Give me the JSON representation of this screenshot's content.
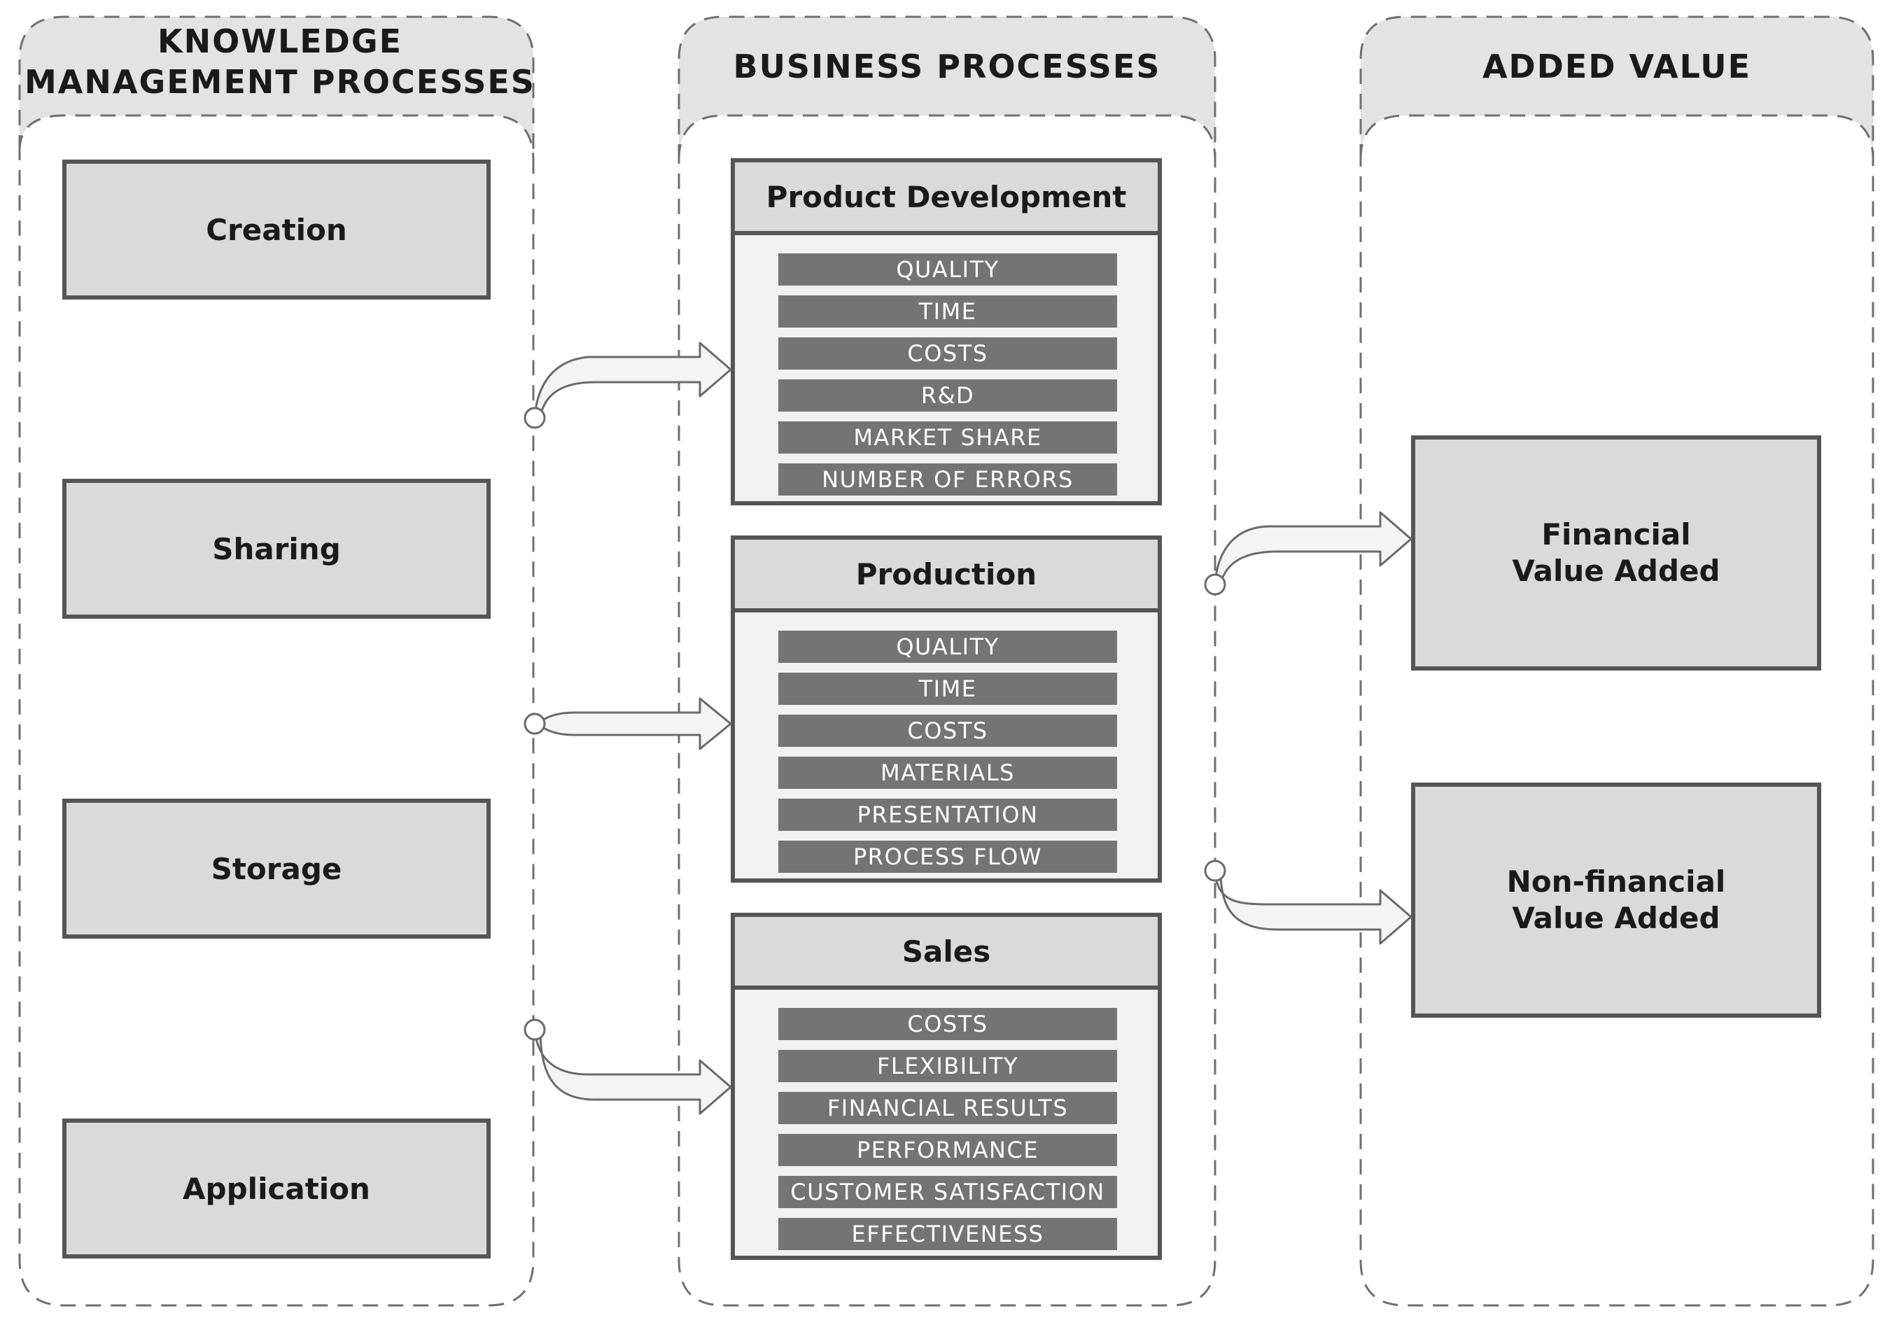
{
  "columns": {
    "km_title_line1": "KNOWLEDGE",
    "km_title_line2": "MANAGEMENT PROCESSES",
    "bp_title": "BUSINESS PROCESSES",
    "av_title": "ADDED VALUE"
  },
  "km_processes": [
    "Creation",
    "Sharing",
    "Storage",
    "Application"
  ],
  "business_processes": [
    {
      "title": "Product Development",
      "metrics": [
        "QUALITY",
        "TIME",
        "COSTS",
        "R&D",
        "MARKET SHARE",
        "NUMBER OF ERRORS"
      ]
    },
    {
      "title": "Production",
      "metrics": [
        "QUALITY",
        "TIME",
        "COSTS",
        "MATERIALS",
        "PRESENTATION",
        "PROCESS FLOW"
      ]
    },
    {
      "title": "Sales",
      "metrics": [
        "COSTS",
        "FLEXIBILITY",
        "FINANCIAL RESULTS",
        "PERFORMANCE",
        "CUSTOMER SATISFACTION",
        "EFFECTIVENESS"
      ]
    }
  ],
  "added_value": [
    {
      "line1": "Financial",
      "line2": "Value Added"
    },
    {
      "line1": "Non-financial",
      "line2": "Value Added"
    }
  ],
  "colors": {
    "panel_header": "#e3e3e3",
    "dash_stroke": "#6f6f6f",
    "box_fill": "#dadada",
    "box_border": "#555555",
    "metric_fill": "#747474",
    "metric_text": "#ffffff",
    "arrow_fill": "#f4f4f4",
    "arrow_stroke": "#6a6a6a"
  }
}
